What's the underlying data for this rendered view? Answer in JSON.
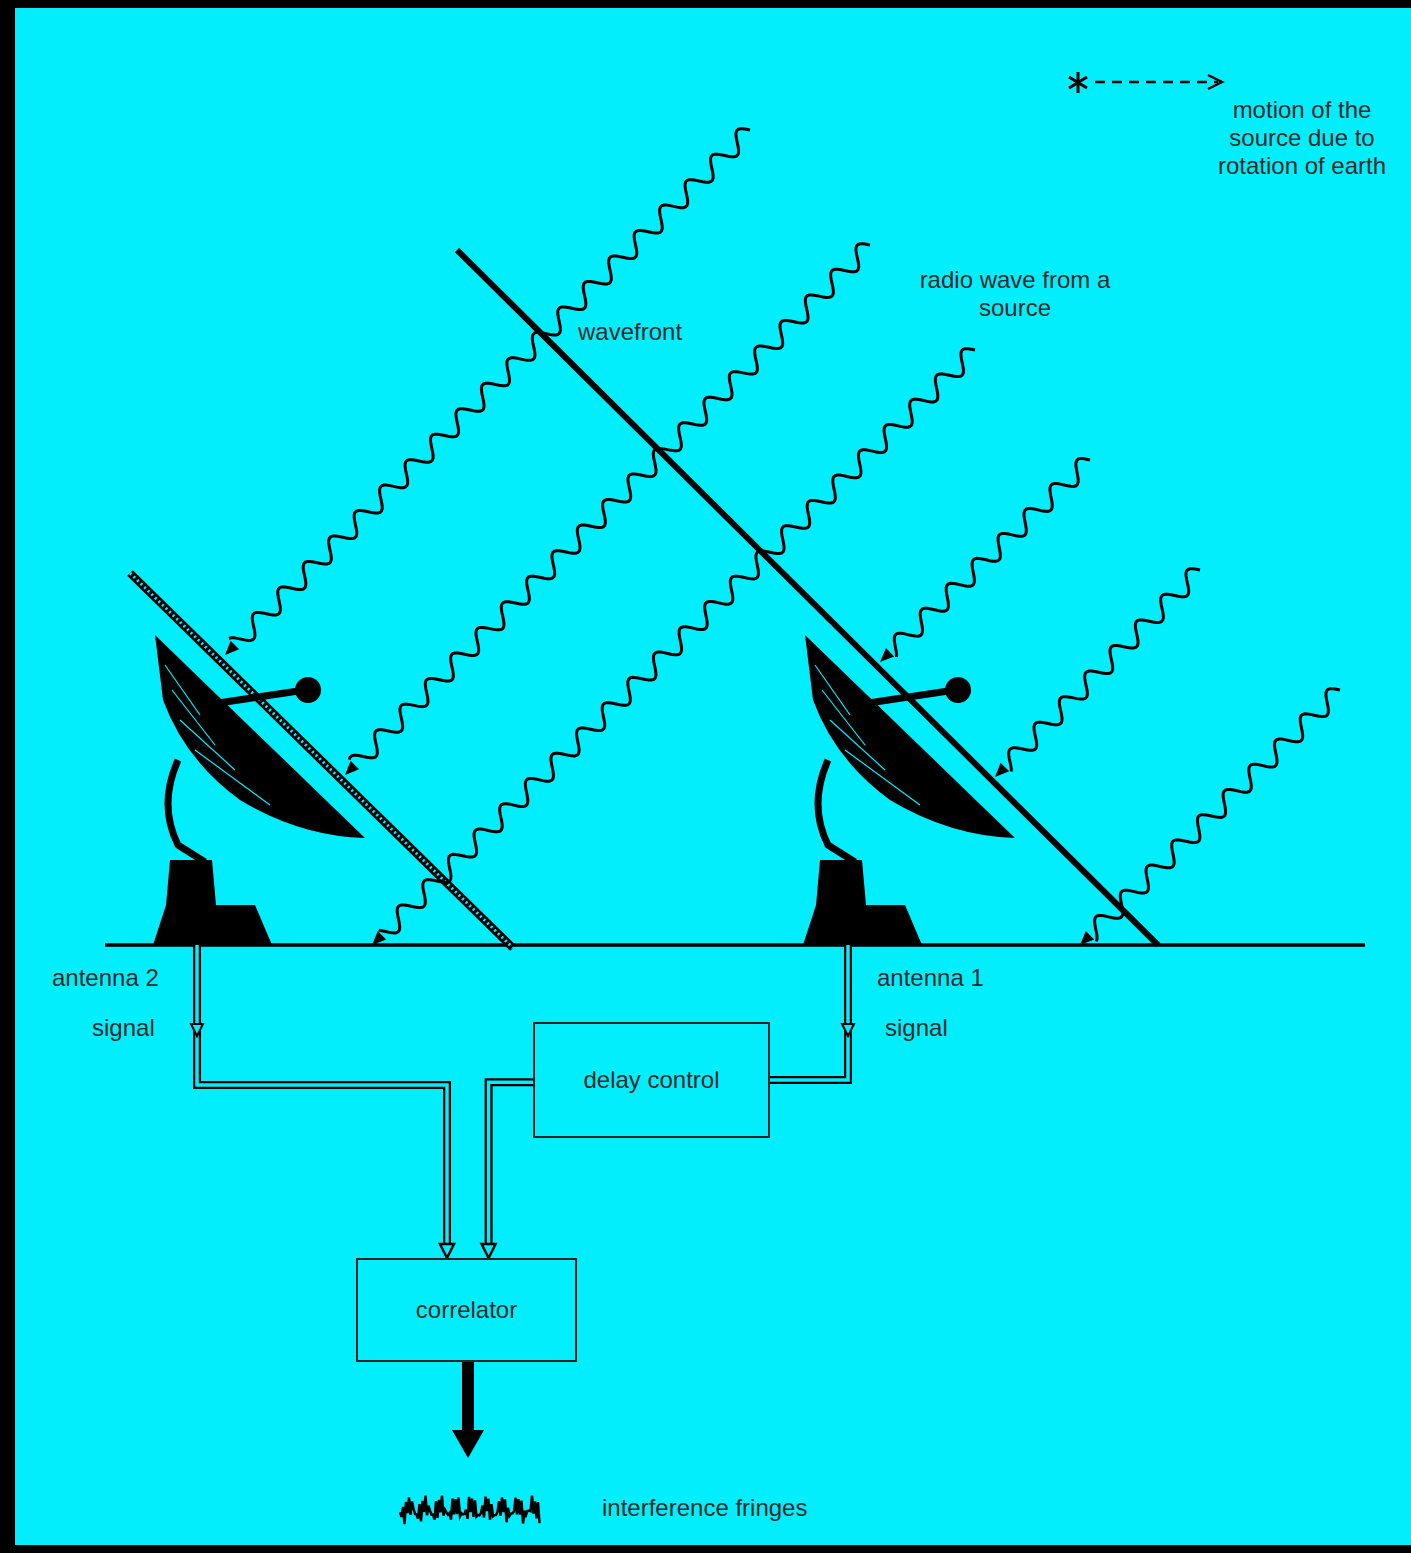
{
  "diagram": {
    "nodes": [
      {
        "text": [
          "delay control"
        ]
      },
      {
        "text": [
          "correlator"
        ]
      }
    ],
    "edges": [
      {
        "from": 0,
        "to": 1,
        "arrow": "to"
      }
    ],
    "labels": [
      "motion of the source due to rotation of earth",
      "radio wave from a source",
      "wavefront",
      "antenna 2",
      "signal",
      "antenna 1",
      "signal",
      "interference fringes"
    ]
  }
}
